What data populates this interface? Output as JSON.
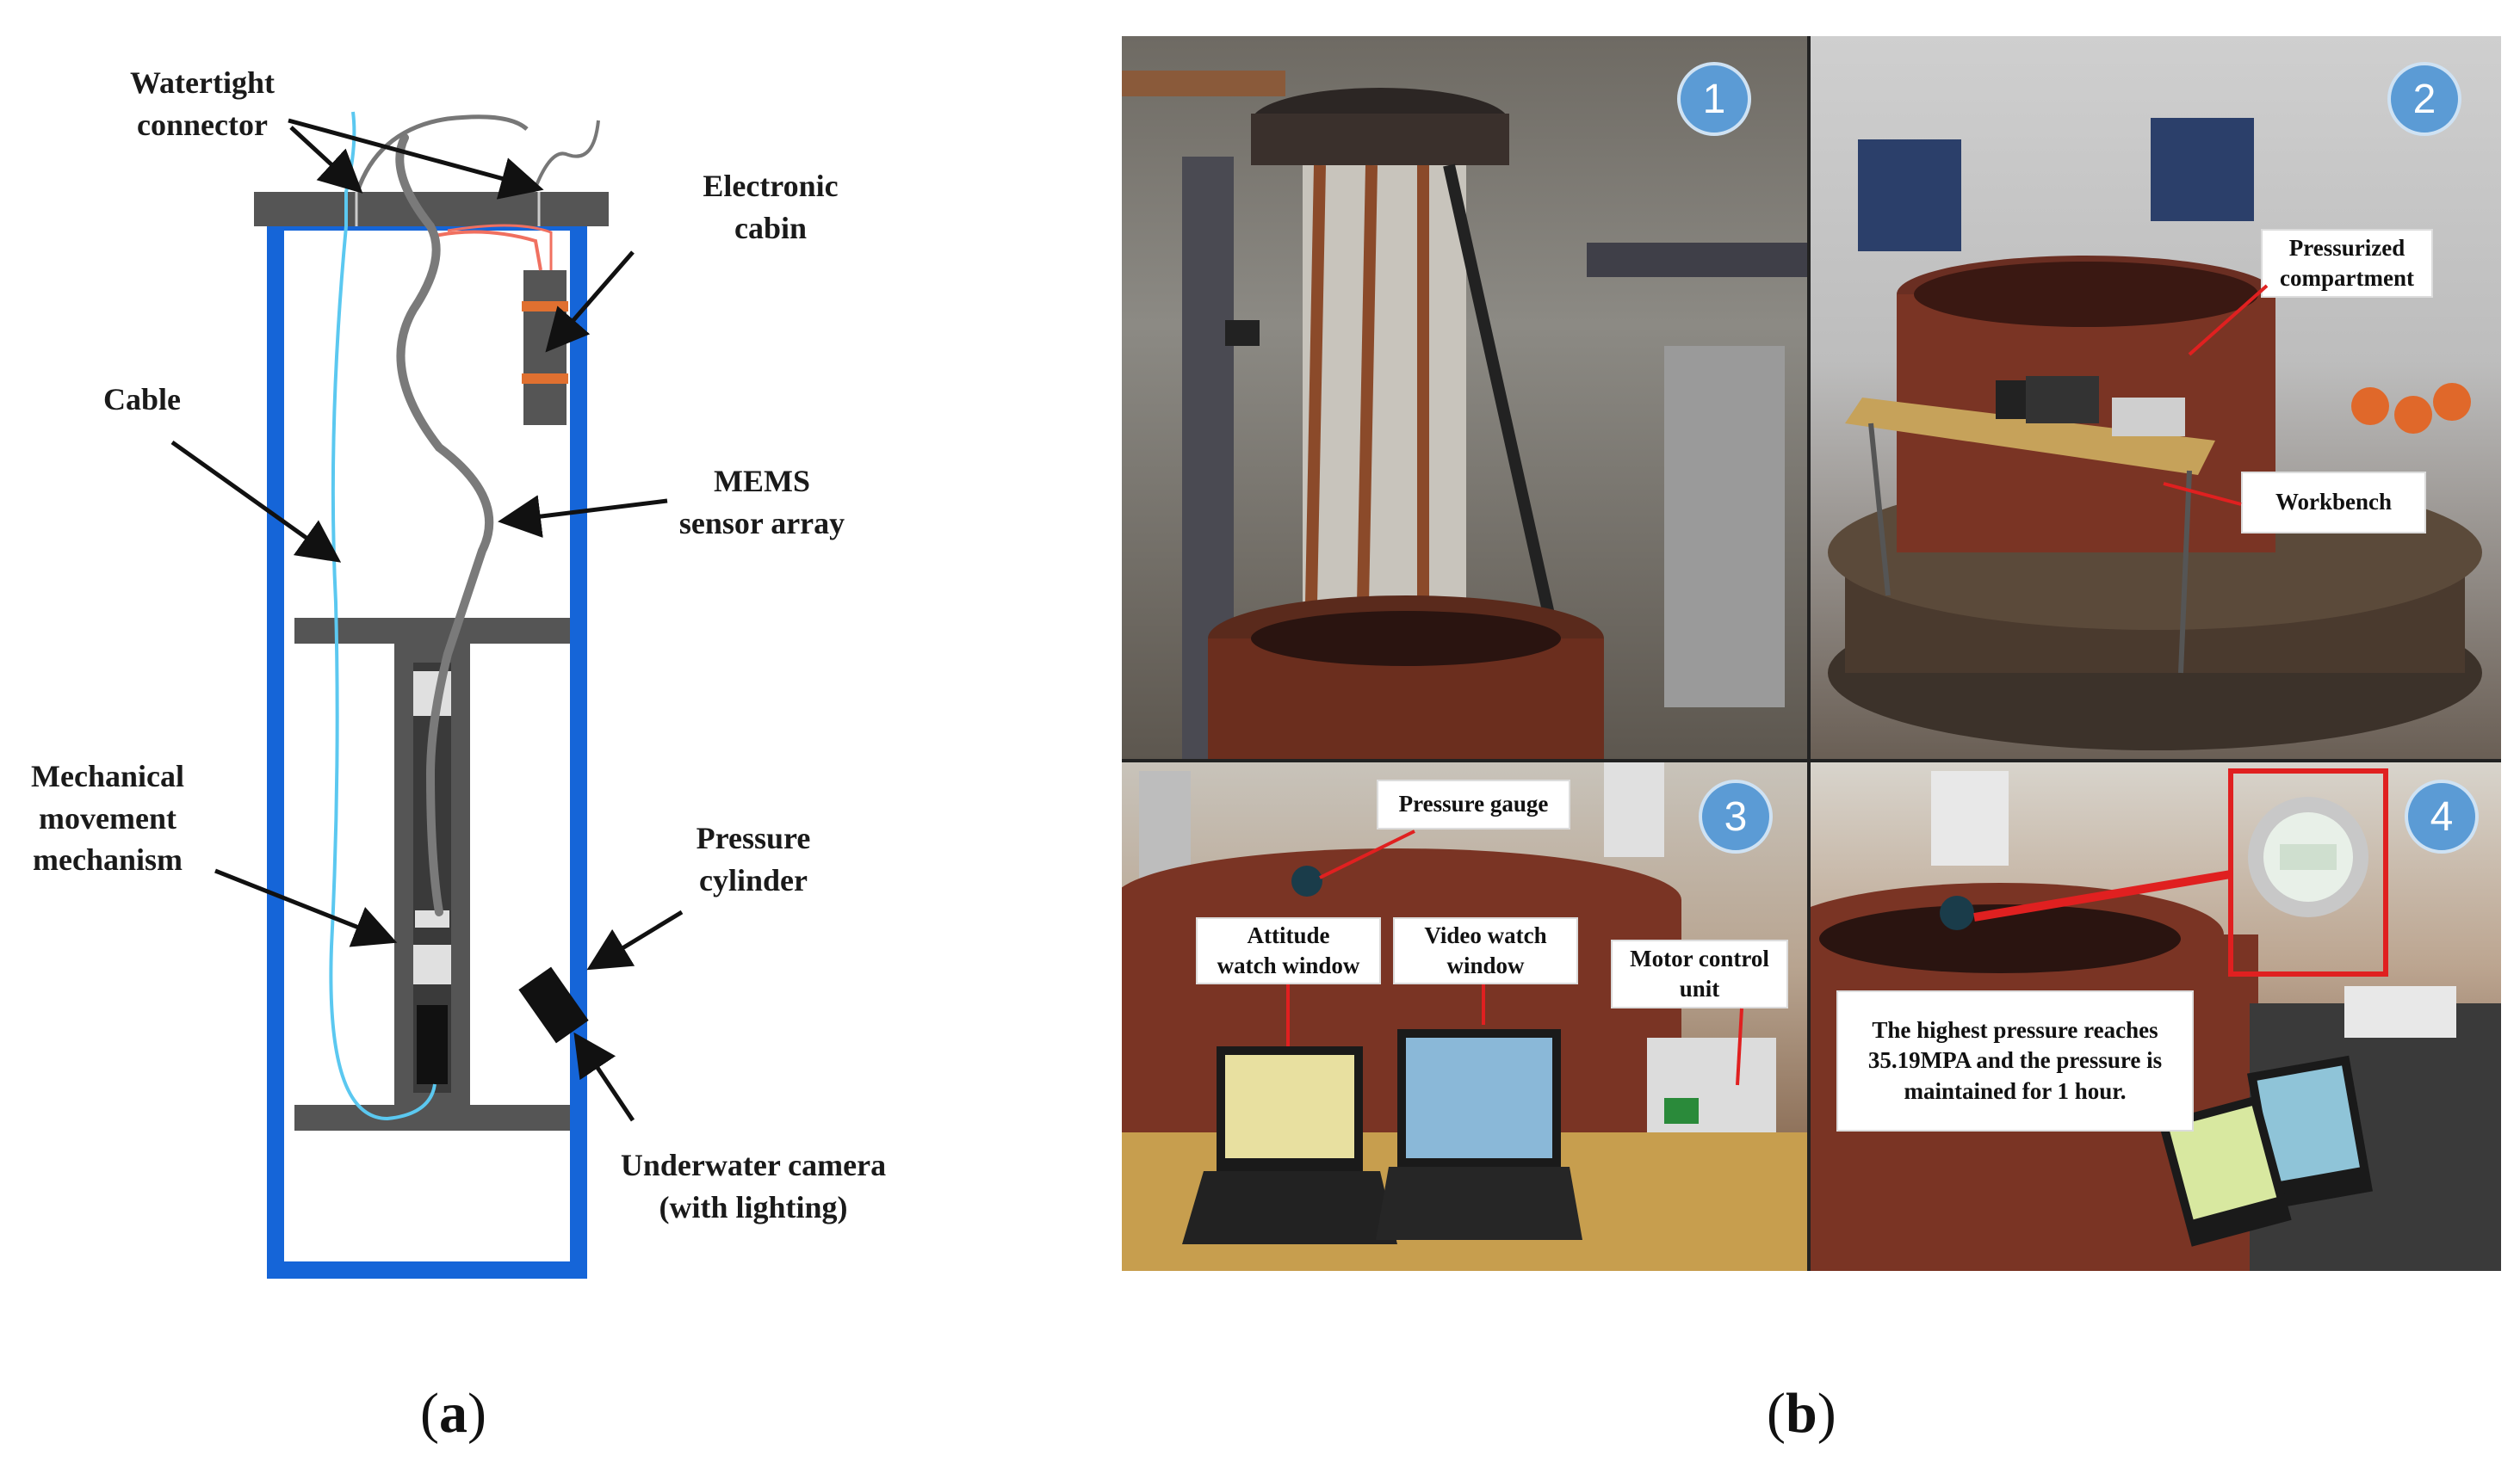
{
  "figure": {
    "caption_a": {
      "open": "(",
      "letter": "a",
      "close": ")"
    },
    "caption_b": {
      "open": "(",
      "letter": "b",
      "close": ")"
    }
  },
  "schematic": {
    "labels": {
      "watertight_connector": "Watertight\nconnector",
      "electronic_cabin": "Electronic\ncabin",
      "cable": "Cable",
      "mems_sensor_array": "MEMS\nsensor array",
      "mechanical_movement": "Mechanical\nmovement\nmechanism",
      "pressure_cylinder": "Pressure\ncylinder",
      "underwater_camera": "Underwater camera\n(with lighting)"
    },
    "colors": {
      "frame": "#1565d8",
      "plate": "#555555",
      "cable": "#5bc8f0",
      "sensor": "#7a7a7a",
      "wire": "#f07060",
      "band": "#e07030"
    }
  },
  "photos": {
    "panel_1": {
      "badge": "1"
    },
    "panel_2": {
      "badge": "2",
      "callouts": {
        "pressurized_compartment": "Pressurized\ncompartment",
        "workbench": "Workbench"
      }
    },
    "panel_3": {
      "badge": "3",
      "callouts": {
        "pressure_gauge": "Pressure gauge",
        "attitude_window": "Attitude\nwatch window",
        "video_window": "Video watch\nwindow",
        "motor_control": "Motor control\nunit"
      }
    },
    "panel_4": {
      "badge": "4",
      "callouts": {
        "highest_pressure": "The highest pressure reaches\n35.19MPA and the pressure is\nmaintained for 1 hour."
      }
    }
  }
}
